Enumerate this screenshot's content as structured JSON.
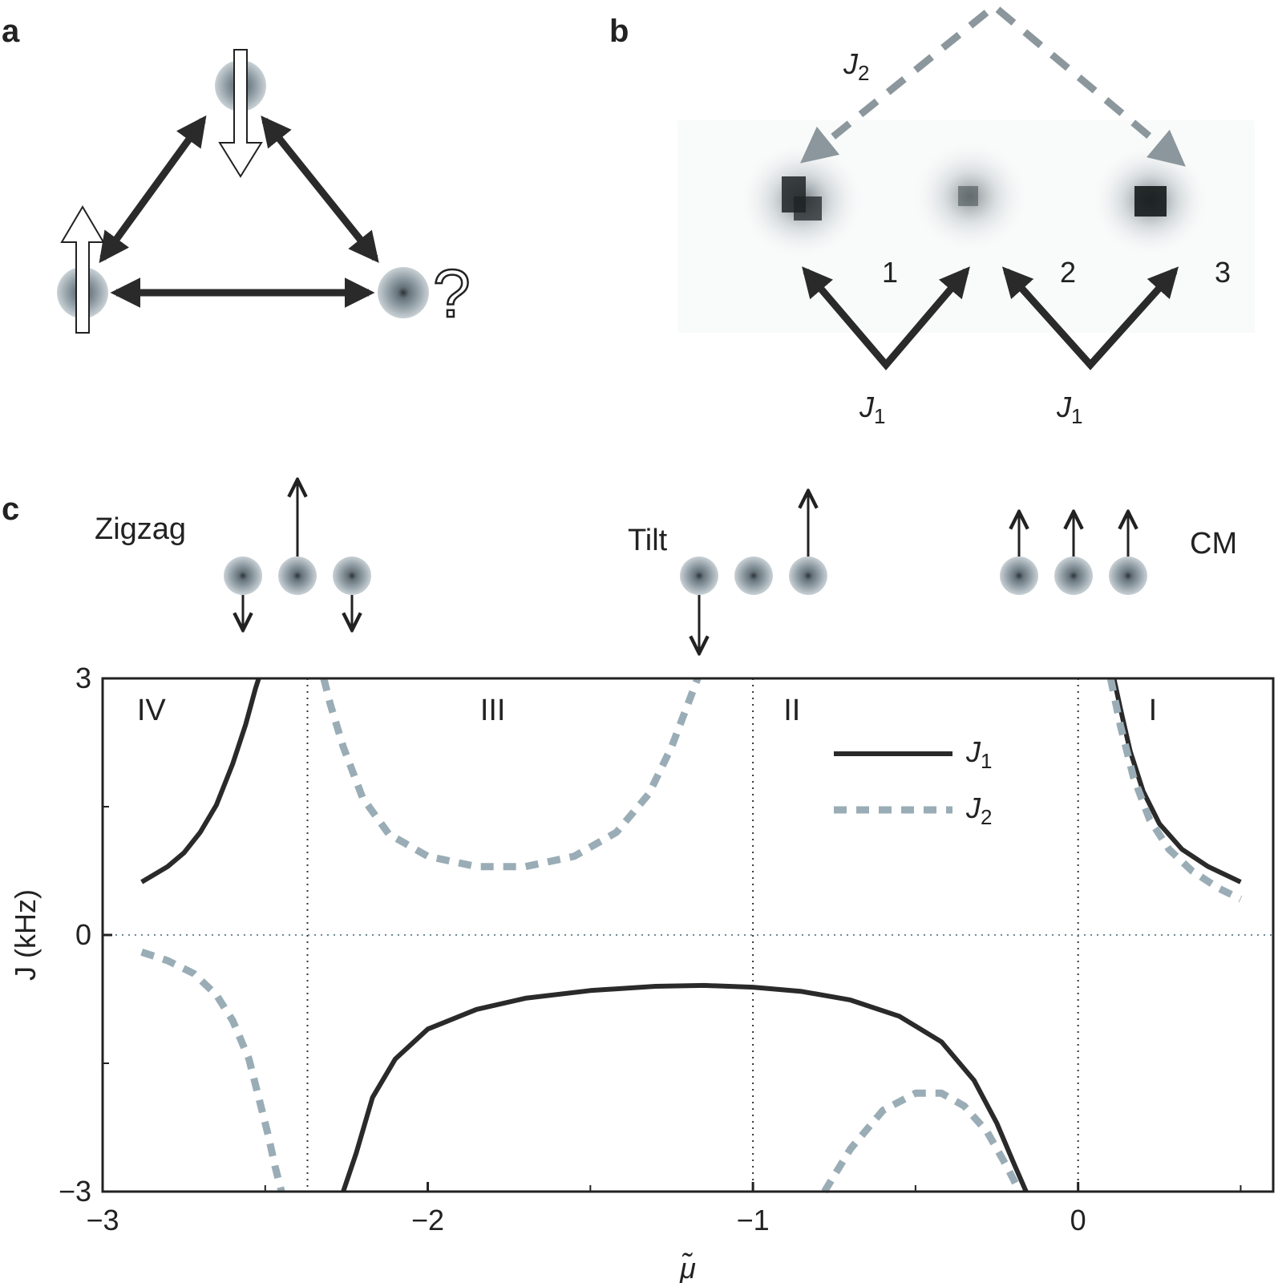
{
  "panels": {
    "a": {
      "label": "a",
      "question": "?"
    },
    "b": {
      "label": "b",
      "ion_labels": [
        "1",
        "2",
        "3"
      ],
      "coupling_labels": {
        "j1": "J",
        "j1_sub": "1",
        "j2": "J",
        "j2_sub": "2"
      }
    },
    "c": {
      "label": "c",
      "modes": {
        "zigzag": "Zigzag",
        "tilt": "Tilt",
        "cm": "CM"
      }
    }
  },
  "chart_data": {
    "type": "line",
    "xlabel": "μ̃",
    "ylabel": "J (kHz)",
    "xlim": [
      -3,
      0.6
    ],
    "ylim": [
      -3,
      3
    ],
    "xticks": [
      -3,
      -2,
      -1,
      0
    ],
    "xtick_labels": [
      "−3",
      "−2",
      "−1",
      "0"
    ],
    "yticks": [
      -3,
      0,
      3
    ],
    "ytick_labels": [
      "−3",
      "0",
      "3"
    ],
    "grid": false,
    "region_boundaries": [
      -2.37,
      -1,
      0
    ],
    "region_labels": [
      {
        "text": "IV",
        "x": -2.85
      },
      {
        "text": "III",
        "x": -1.8
      },
      {
        "text": "II",
        "x": -0.88
      },
      {
        "text": "I",
        "x": 0.23
      }
    ],
    "legend_position": "top-right",
    "series": [
      {
        "name": "J1",
        "label_main": "J",
        "label_sub": "1",
        "style": "solid",
        "color": "#2a2a2a",
        "segments": [
          {
            "x": [
              -2.88,
              -2.8,
              -2.75,
              -2.7,
              -2.65,
              -2.6,
              -2.56,
              -2.53,
              -2.52
            ],
            "y": [
              0.62,
              0.8,
              0.96,
              1.2,
              1.52,
              2.0,
              2.46,
              2.88,
              3.0
            ]
          },
          {
            "x": [
              -2.26,
              -2.22,
              -2.17,
              -2.1,
              -2.0,
              -1.85,
              -1.7,
              -1.5,
              -1.3,
              -1.15,
              -1.0,
              -0.85,
              -0.7,
              -0.55,
              -0.42,
              -0.32,
              -0.25,
              -0.2,
              -0.16
            ],
            "y": [
              -3.0,
              -2.55,
              -1.9,
              -1.45,
              -1.1,
              -0.87,
              -0.74,
              -0.65,
              -0.6,
              -0.59,
              -0.61,
              -0.66,
              -0.76,
              -0.95,
              -1.25,
              -1.7,
              -2.2,
              -2.65,
              -3.0
            ]
          },
          {
            "x": [
              0.11,
              0.13,
              0.16,
              0.2,
              0.25,
              0.32,
              0.4,
              0.5
            ],
            "y": [
              3.0,
              2.65,
              2.15,
              1.68,
              1.3,
              1.0,
              0.8,
              0.62
            ]
          }
        ]
      },
      {
        "name": "J2",
        "label_main": "J",
        "label_sub": "2",
        "style": "dashed",
        "color": "#9aadb6",
        "segments": [
          {
            "x": [
              -2.88,
              -2.8,
              -2.72,
              -2.65,
              -2.6,
              -2.55,
              -2.52,
              -2.49,
              -2.47,
              -2.45
            ],
            "y": [
              -0.2,
              -0.3,
              -0.45,
              -0.7,
              -1.0,
              -1.45,
              -1.9,
              -2.35,
              -2.7,
              -3.0
            ]
          },
          {
            "x": [
              -2.32,
              -2.3,
              -2.26,
              -2.2,
              -2.12,
              -2.0,
              -1.85,
              -1.7,
              -1.55,
              -1.42,
              -1.32,
              -1.25,
              -1.2,
              -1.17
            ],
            "y": [
              3.0,
              2.7,
              2.2,
              1.6,
              1.18,
              0.92,
              0.8,
              0.8,
              0.92,
              1.2,
              1.65,
              2.2,
              2.7,
              3.0
            ]
          },
          {
            "x": [
              -0.78,
              -0.7,
              -0.6,
              -0.5,
              -0.42,
              -0.35,
              -0.28,
              -0.22,
              -0.18
            ],
            "y": [
              -3.0,
              -2.5,
              -2.05,
              -1.85,
              -1.85,
              -2.0,
              -2.3,
              -2.7,
              -3.0
            ]
          },
          {
            "x": [
              0.1,
              0.13,
              0.17,
              0.22,
              0.28,
              0.35,
              0.43,
              0.5
            ],
            "y": [
              3.0,
              2.45,
              1.85,
              1.35,
              1.0,
              0.75,
              0.55,
              0.42
            ]
          }
        ]
      }
    ]
  }
}
